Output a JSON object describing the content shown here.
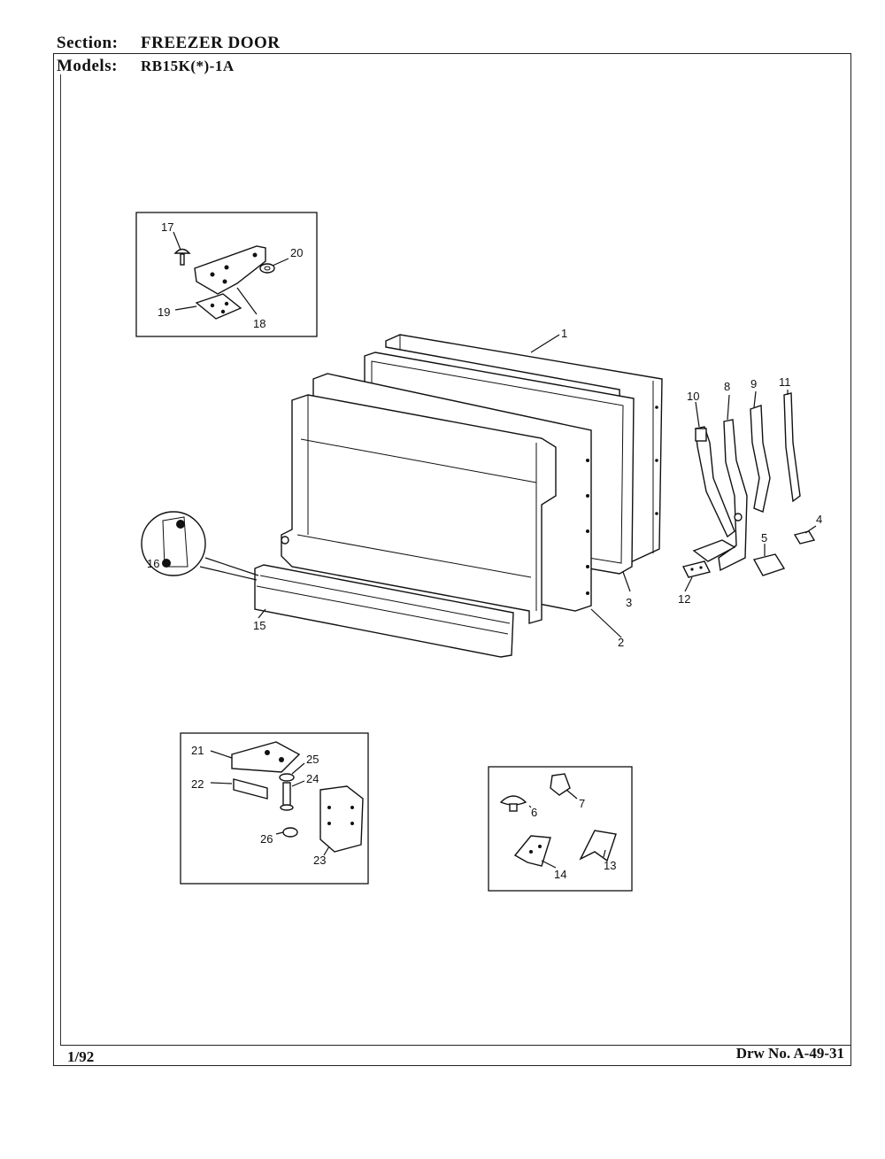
{
  "header": {
    "section_label": "Section:",
    "section_value": "FREEZER DOOR",
    "models_label": "Models:",
    "models_value": "RB15K(*)-1A"
  },
  "footer": {
    "date": "1/92",
    "drawing_no": "Drw No. A-49-31"
  },
  "callouts": [
    "1",
    "2",
    "3",
    "4",
    "5",
    "6",
    "7",
    "8",
    "9",
    "10",
    "11",
    "12",
    "13",
    "14",
    "15",
    "16",
    "17",
    "18",
    "19",
    "20",
    "21",
    "22",
    "23",
    "24",
    "25",
    "26"
  ]
}
